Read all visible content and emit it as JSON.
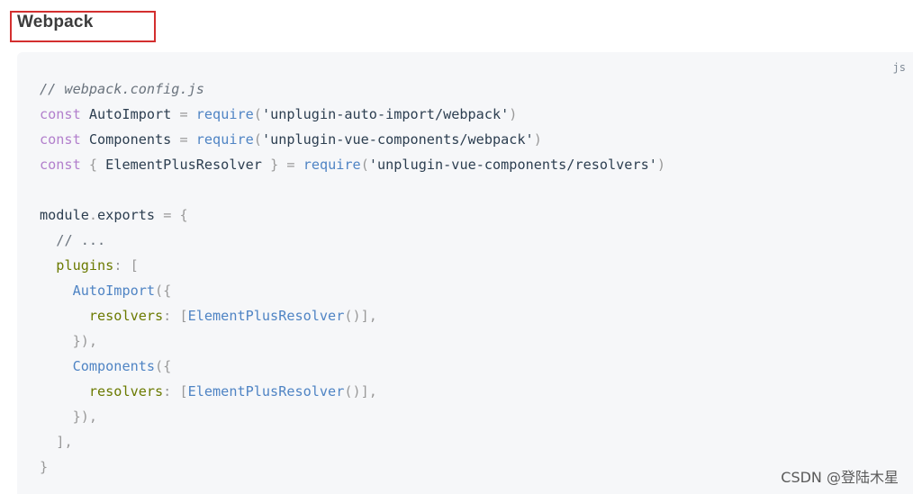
{
  "heading": {
    "title": "Webpack"
  },
  "code_block": {
    "language": "js",
    "lines": [
      [
        {
          "t": "comment",
          "v": "// webpack.config.js"
        }
      ],
      [
        {
          "t": "kw",
          "v": "const"
        },
        {
          "t": "text",
          "v": " AutoImport "
        },
        {
          "t": "op",
          "v": "="
        },
        {
          "t": "text",
          "v": " "
        },
        {
          "t": "fn",
          "v": "require"
        },
        {
          "t": "punc",
          "v": "("
        },
        {
          "t": "str",
          "v": "'unplugin-auto-import/webpack'"
        },
        {
          "t": "punc",
          "v": ")"
        }
      ],
      [
        {
          "t": "kw",
          "v": "const"
        },
        {
          "t": "text",
          "v": " Components "
        },
        {
          "t": "op",
          "v": "="
        },
        {
          "t": "text",
          "v": " "
        },
        {
          "t": "fn",
          "v": "require"
        },
        {
          "t": "punc",
          "v": "("
        },
        {
          "t": "str",
          "v": "'unplugin-vue-components/webpack'"
        },
        {
          "t": "punc",
          "v": ")"
        }
      ],
      [
        {
          "t": "kw",
          "v": "const"
        },
        {
          "t": "text",
          "v": " "
        },
        {
          "t": "punc",
          "v": "{"
        },
        {
          "t": "text",
          "v": " ElementPlusResolver "
        },
        {
          "t": "punc",
          "v": "}"
        },
        {
          "t": "text",
          "v": " "
        },
        {
          "t": "op",
          "v": "="
        },
        {
          "t": "text",
          "v": " "
        },
        {
          "t": "fn",
          "v": "require"
        },
        {
          "t": "punc",
          "v": "("
        },
        {
          "t": "str",
          "v": "'unplugin-vue-components/resolvers'"
        },
        {
          "t": "punc",
          "v": ")"
        }
      ],
      [],
      [
        {
          "t": "text",
          "v": "module"
        },
        {
          "t": "punc",
          "v": "."
        },
        {
          "t": "text",
          "v": "exports "
        },
        {
          "t": "op",
          "v": "="
        },
        {
          "t": "text",
          "v": " "
        },
        {
          "t": "punc",
          "v": "{"
        }
      ],
      [
        {
          "t": "text",
          "v": "  "
        },
        {
          "t": "comment2",
          "v": "// ..."
        }
      ],
      [
        {
          "t": "text",
          "v": "  "
        },
        {
          "t": "prop",
          "v": "plugins"
        },
        {
          "t": "punc",
          "v": ": ["
        }
      ],
      [
        {
          "t": "text",
          "v": "    "
        },
        {
          "t": "fn",
          "v": "AutoImport"
        },
        {
          "t": "punc",
          "v": "({"
        }
      ],
      [
        {
          "t": "text",
          "v": "      "
        },
        {
          "t": "prop",
          "v": "resolvers"
        },
        {
          "t": "punc",
          "v": ": ["
        },
        {
          "t": "fn",
          "v": "ElementPlusResolver"
        },
        {
          "t": "punc",
          "v": "()],"
        }
      ],
      [
        {
          "t": "text",
          "v": "    "
        },
        {
          "t": "punc",
          "v": "}),"
        }
      ],
      [
        {
          "t": "text",
          "v": "    "
        },
        {
          "t": "fn",
          "v": "Components"
        },
        {
          "t": "punc",
          "v": "({"
        }
      ],
      [
        {
          "t": "text",
          "v": "      "
        },
        {
          "t": "prop",
          "v": "resolvers"
        },
        {
          "t": "punc",
          "v": ": ["
        },
        {
          "t": "fn",
          "v": "ElementPlusResolver"
        },
        {
          "t": "punc",
          "v": "()],"
        }
      ],
      [
        {
          "t": "text",
          "v": "    "
        },
        {
          "t": "punc",
          "v": "}),"
        }
      ],
      [
        {
          "t": "text",
          "v": "  "
        },
        {
          "t": "punc",
          "v": "],"
        }
      ],
      [
        {
          "t": "punc",
          "v": "}"
        }
      ]
    ]
  },
  "watermark": {
    "text": "CSDN @登陆木星"
  }
}
